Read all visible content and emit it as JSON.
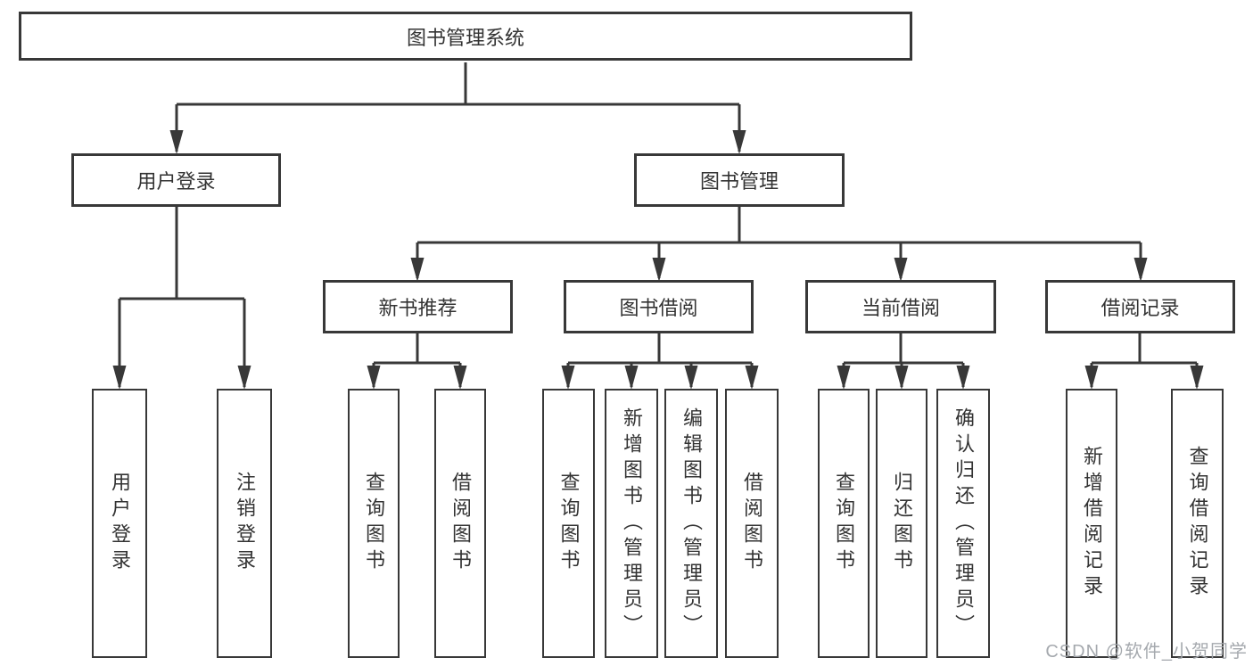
{
  "tree": {
    "label": "图书管理系统",
    "children": [
      {
        "label": "用户登录",
        "children": [
          {
            "label": "用户登录"
          },
          {
            "label": "注销登录"
          }
        ]
      },
      {
        "label": "图书管理",
        "children": [
          {
            "label": "新书推荐",
            "children": [
              {
                "label": "查询图书"
              },
              {
                "label": "借阅图书"
              }
            ]
          },
          {
            "label": "图书借阅",
            "children": [
              {
                "label": "查询图书"
              },
              {
                "label": "新增图书（管理员）"
              },
              {
                "label": "编辑图书（管理员）"
              },
              {
                "label": "借阅图书"
              }
            ]
          },
          {
            "label": "当前借阅",
            "children": [
              {
                "label": "查询图书"
              },
              {
                "label": "归还图书"
              },
              {
                "label": "确认归还（管理员）"
              }
            ]
          },
          {
            "label": "借阅记录",
            "children": [
              {
                "label": "新增借阅记录"
              },
              {
                "label": "查询借阅记录"
              }
            ]
          }
        ]
      }
    ]
  },
  "watermark": {
    "label": "CSDN @软件_小贺同学"
  },
  "colors": {
    "line": "#383838",
    "text": "#333333",
    "background": "#ffffff",
    "watermark": "#a0a4aa"
  }
}
